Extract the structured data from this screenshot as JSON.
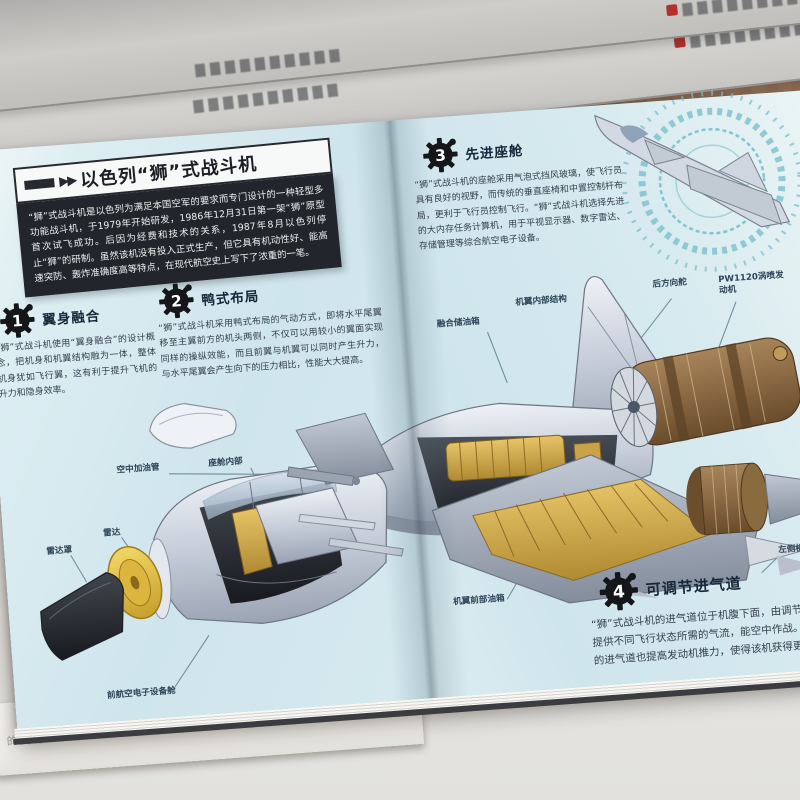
{
  "banner": {
    "marker": "▶▶",
    "title": "以色列“狮”式战斗机",
    "intro": "“狮”式战斗机是以色列为满足本国空军的要求而专门设计的一种轻型多功能战斗机，于1979年开始研发，1986年12月31日第一架“狮”原型首次试飞成功。后因为经费和技术的关系，1987年8月以色列停止“狮”的研制。虽然该机没有投入正式生产，但它具有机动性好、能高速突防、轰炸准确度高等特点，在现代航空史上写下了浓重的一笔。"
  },
  "sections": [
    {
      "number": "1",
      "heading": "翼身融合",
      "body": "“狮”式战斗机使用“翼身融合”的设计概念，把机身和机翼结构融为一体，整体机身犹如飞行翼，这有利于提升飞机的升力和隐身效率。"
    },
    {
      "number": "2",
      "heading": "鸭式布局",
      "body": "“狮”式战斗机采用鸭式布局的气动方式，即将水平尾翼移至主翼前方的机头两侧，不仅可以用较小的翼面实现同样的操纵效能，而且前翼与机翼可以同时产生升力，与水平尾翼会产生向下的压力相比，性能大大提高。"
    },
    {
      "number": "3",
      "heading": "先进座舱",
      "body": "“狮”式战斗机的座舱采用气泡式挡风玻璃，使飞行员具有良好的视野，而传统的垂直座椅和中置控制杆布局，更利于飞行员控制飞行。“狮”式战斗机选择先进的大内存任务计算机，用于平视显示器、数字雷达、存储管理等综合航空电子设备。"
    },
    {
      "number": "4",
      "heading": "可调节进气道",
      "body": "“狮”式战斗机的进气道位于机腹下面，由调节流量，能为发动机提供不同飞行状态所需的气流，能空中作战。除此之外，可调节的进气道也提高发动机推力，使得该机获得更好的爬升效果和高"
    }
  ],
  "labels": [
    {
      "text": "空中加油管"
    },
    {
      "text": "座舱内部"
    },
    {
      "text": "雷达"
    },
    {
      "text": "雷达罩"
    },
    {
      "text": "前航空电子设备舱"
    },
    {
      "text": "融合储油箱"
    },
    {
      "text": "机翼内部结构"
    },
    {
      "text": "后方向舵"
    },
    {
      "text": "PW1120涡喷发动机"
    },
    {
      "text": "机翼前部油箱"
    },
    {
      "text": "左侧机翼"
    }
  ],
  "under_page_text": "的奥秘",
  "colors": {
    "page_blue": "#d5e9ef",
    "banner_dark": "#22252c",
    "teal_ring": "#74bcc9",
    "gold_structure": "#c99c3f",
    "engine_bronze": "#8a6a3f",
    "wood_desk": "#8a6750",
    "label_navy": "#2e4559"
  }
}
